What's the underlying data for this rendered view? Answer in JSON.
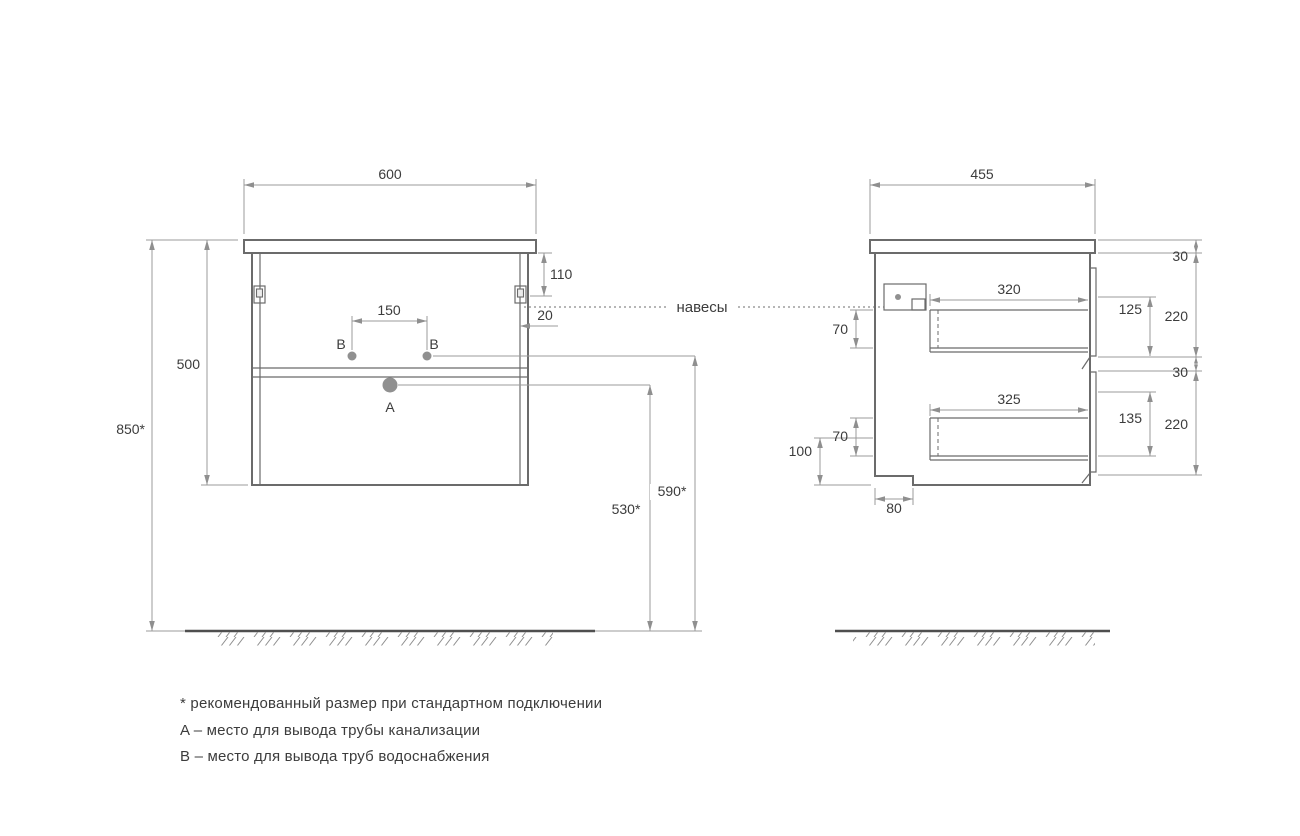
{
  "drawing": {
    "callout_hangers": "навесы",
    "label_a": "A",
    "label_b_left": "B",
    "label_b_right": "B"
  },
  "front_view": {
    "dims": {
      "width": "600",
      "overall_height": "850*",
      "body_height": "500",
      "hanger_drop": "110",
      "hanger_inset": "20",
      "supply_spacing": "150",
      "drain_outlet_height": "530*",
      "supply_outlet_height": "590*"
    }
  },
  "side_view": {
    "dims": {
      "depth": "455",
      "top_thickness": "30",
      "drawer_top_depth": "320",
      "drawer_top_inner": "125",
      "front_top_height": "220",
      "drawer_top_clearance": "70",
      "divider_gap": "30",
      "drawer_bottom_depth": "325",
      "drawer_bottom_inner": "135",
      "front_bottom_height": "220",
      "drawer_bottom_clearance": "70",
      "bottom_clearance": "100",
      "back_inset": "80"
    }
  },
  "footnotes": {
    "asterisk": "* рекомендованный размер при стандартном подключении",
    "a": "A – место для вывода трубы канализации",
    "b": "B – место для вывода труб водоснабжения"
  },
  "colors": {
    "outline": "#6b6b6b",
    "dimension_line": "#9b9b9b",
    "text": "#3c3c3c",
    "hole_fill": "#909090"
  }
}
